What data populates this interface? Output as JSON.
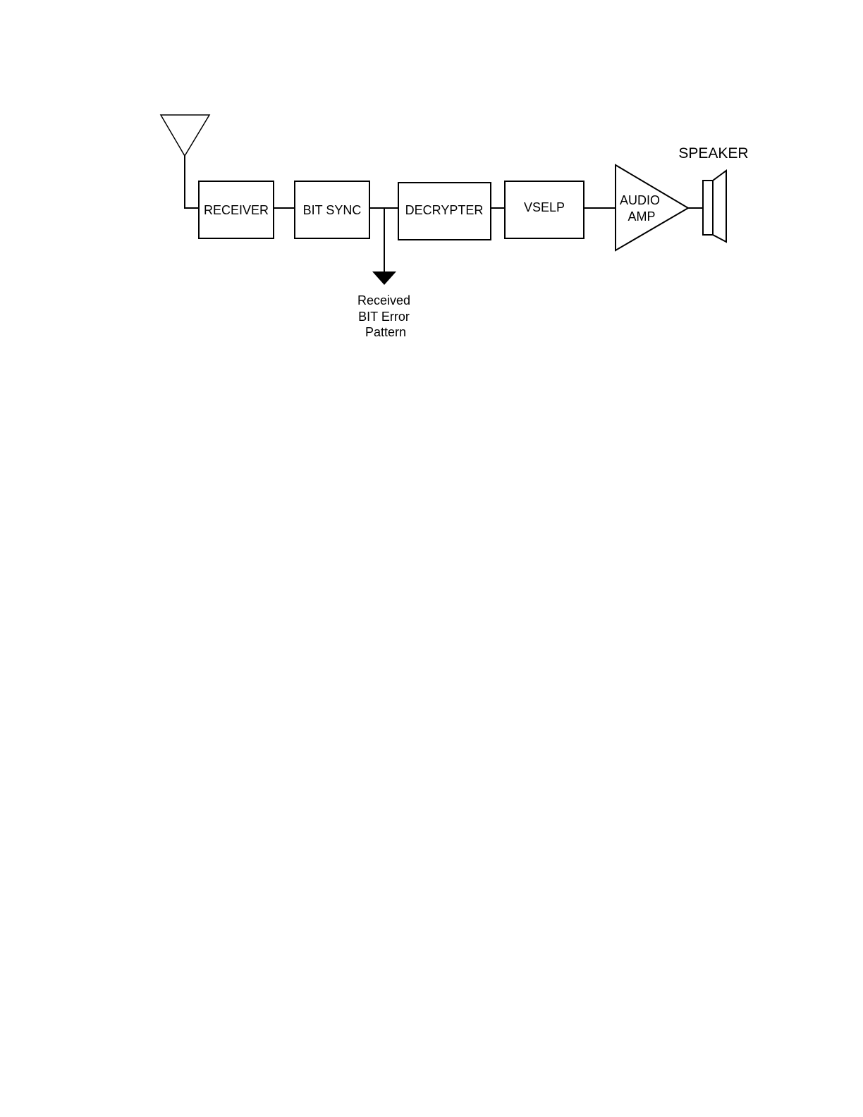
{
  "diagram": {
    "blocks": {
      "receiver": "RECEIVER",
      "bit_sync": "BIT SYNC",
      "decrypter": "DECRYPTER",
      "vselp": "VSELP",
      "audio_amp": [
        "AUDIO",
        "AMP"
      ]
    },
    "speaker_label": "SPEAKER",
    "output_label": [
      "Received",
      "BIT Error",
      "Pattern"
    ],
    "icons": {
      "antenna": "antenna-icon",
      "speaker": "speaker-icon",
      "arrow": "arrow-down-icon"
    },
    "colors": {
      "stroke": "#000000",
      "background": "#ffffff"
    }
  }
}
